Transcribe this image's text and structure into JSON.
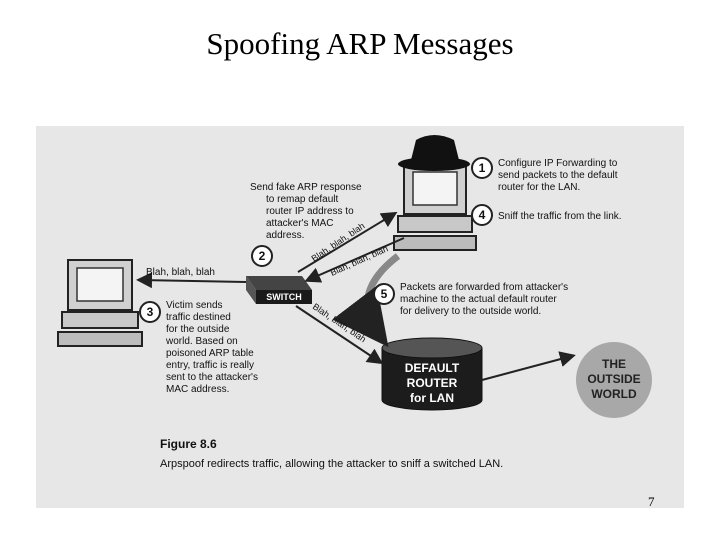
{
  "slide": {
    "title": "Spoofing ARP Messages",
    "page_number": "7"
  },
  "figure": {
    "caption_title": "Figure 8.6",
    "caption_text": "Arpspoof redirects traffic, allowing the attacker to sniff a switched LAN.",
    "switch_label": "SWITCH",
    "router_label": [
      "DEFAULT",
      "ROUTER",
      "for LAN"
    ],
    "world_label": [
      "THE",
      "OUTSIDE",
      "WORLD"
    ],
    "steps": [
      {
        "number": "1",
        "lines": [
          "Configure IP Forwarding to",
          "send packets to the default",
          "router for the LAN."
        ]
      },
      {
        "number": "2",
        "lines": [
          "Send fake ARP response",
          "to remap default",
          "router IP address to",
          "attacker's MAC",
          "address."
        ]
      },
      {
        "number": "3",
        "lines": [
          "Victim sends",
          "traffic destined",
          "for the outside",
          "world. Based on",
          "poisoned ARP table",
          "entry, traffic is really",
          "sent to the attacker's",
          "MAC address."
        ]
      },
      {
        "number": "4",
        "lines": [
          "Sniff the traffic from the link."
        ]
      },
      {
        "number": "5",
        "lines": [
          "Packets are forwarded from attacker's",
          "machine to the actual default router",
          "for delivery to the outside world."
        ]
      }
    ],
    "traffic_labels": {
      "to_victim": "Blah, blah, blah",
      "to_attacker_up": "Blah, blah, blah",
      "to_attacker_down": "Blah, blah, blah",
      "to_router": "Blah, blah, blah"
    }
  }
}
